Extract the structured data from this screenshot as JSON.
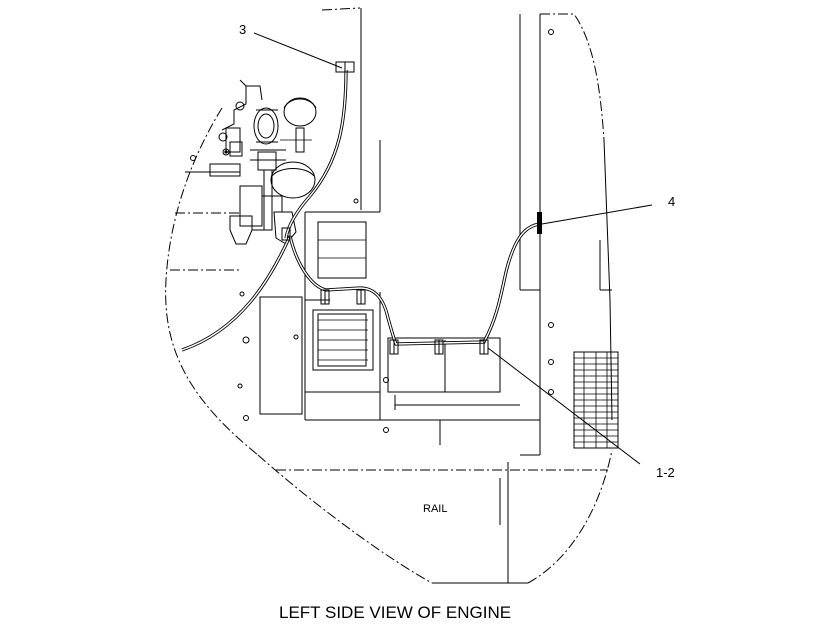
{
  "diagram": {
    "title": "LEFT SIDE VIEW OF ENGINE",
    "rail_label": "RAIL",
    "callouts": [
      {
        "id": "callout-3",
        "text": "3"
      },
      {
        "id": "callout-4",
        "text": "4"
      },
      {
        "id": "callout-1-2",
        "text": "1-2"
      }
    ]
  }
}
